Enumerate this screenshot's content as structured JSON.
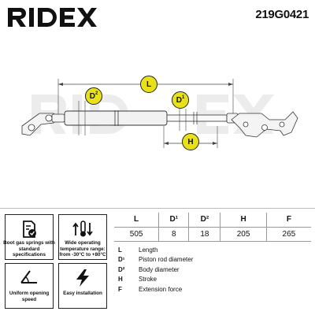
{
  "header": {
    "brand": "RIDEX",
    "part_number": "219G0421"
  },
  "watermark": "RIDEX",
  "diagram": {
    "badge_L": "L",
    "badge_D2_base": "D",
    "badge_D2_sup": "2",
    "badge_D1_base": "D",
    "badge_D1_sup": "1",
    "badge_H": "H",
    "accent_color": "#e8e119"
  },
  "features": [
    {
      "icon": "gas-spring-check-icon",
      "label": "Boot gas springs with standard specifications"
    },
    {
      "icon": "temperature-arrows-icon",
      "label": "Wide operating temperature range: from -30°C to +80°C"
    },
    {
      "icon": "opening-angle-icon",
      "label": "Uniform opening speed"
    },
    {
      "icon": "lightning-icon",
      "label": "Easy installation"
    }
  ],
  "specs": {
    "headers": [
      "L",
      "D¹",
      "D²",
      "H",
      "F"
    ],
    "values": [
      "505",
      "8",
      "18",
      "205",
      "265"
    ]
  },
  "legend": [
    {
      "key": "L",
      "text": "Length"
    },
    {
      "key": "D¹",
      "text": "Piston rod diameter"
    },
    {
      "key": "D²",
      "text": "Body diameter"
    },
    {
      "key": "H",
      "text": "Stroke"
    },
    {
      "key": "F",
      "text": "Extension force"
    }
  ]
}
